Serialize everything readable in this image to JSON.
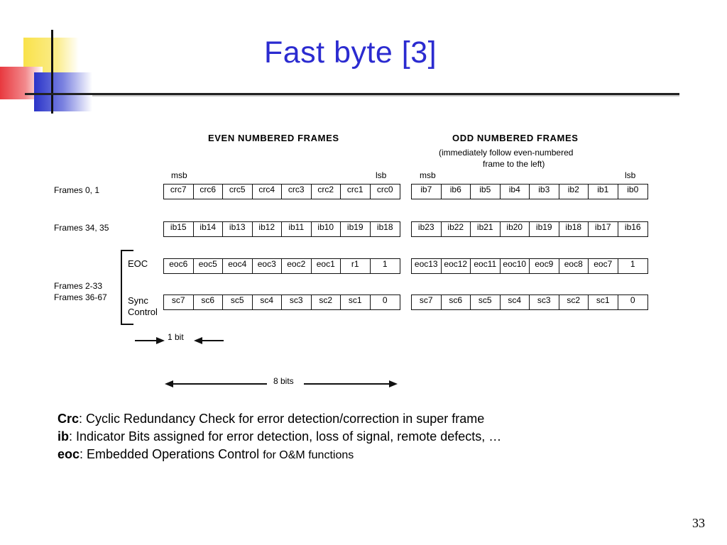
{
  "title": "Fast byte [3]",
  "page_number": "33",
  "diagram": {
    "even_header": "EVEN  NUMBERED  FRAMES",
    "odd_header": "ODD  NUMBERED  FRAMES",
    "odd_subtitle_1": "(immediately follow even-numbered",
    "odd_subtitle_2": "frame to the left)",
    "msb": "msb",
    "lsb": "lsb",
    "row_labels": {
      "frames_0_1": "Frames 0, 1",
      "frames_34_35": "Frames 34, 35",
      "eoc": "EOC",
      "frames_2_33": "Frames 2-33",
      "frames_36_67": "Frames 36-67",
      "sync": "Sync",
      "control": "Control"
    },
    "rows": [
      {
        "even": [
          "crc7",
          "crc6",
          "crc5",
          "crc4",
          "crc3",
          "crc2",
          "crc1",
          "crc0"
        ],
        "odd": [
          "ib7",
          "ib6",
          "ib5",
          "ib4",
          "ib3",
          "ib2",
          "ib1",
          "ib0"
        ]
      },
      {
        "even": [
          "ib15",
          "ib14",
          "ib13",
          "ib12",
          "ib11",
          "ib10",
          "ib19",
          "ib18"
        ],
        "odd": [
          "ib23",
          "ib22",
          "ib21",
          "ib20",
          "ib19",
          "ib18",
          "ib17",
          "ib16"
        ]
      },
      {
        "even": [
          "eoc6",
          "eoc5",
          "eoc4",
          "eoc3",
          "eoc2",
          "eoc1",
          "r1",
          "1"
        ],
        "odd": [
          "eoc13",
          "eoc12",
          "eoc11",
          "eoc10",
          "eoc9",
          "eoc8",
          "eoc7",
          "1"
        ]
      },
      {
        "even": [
          "sc7",
          "sc6",
          "sc5",
          "sc4",
          "sc3",
          "sc2",
          "sc1",
          "0"
        ],
        "odd": [
          "sc7",
          "sc6",
          "sc5",
          "sc4",
          "sc3",
          "sc2",
          "sc1",
          "0"
        ]
      }
    ],
    "one_bit": "1 bit",
    "eight_bits": "8 bits"
  },
  "legend": {
    "crc_term": "Crc",
    "crc_def": ": Cyclic Redundancy Check for error detection/correction in super frame",
    "ib_term": "ib",
    "ib_def": ": Indicator Bits assigned for error detection, loss of signal, remote defects, …",
    "eoc_term": "eoc",
    "eoc_def": ": Embedded Operations Control ",
    "eoc_def_small": "for O&M functions"
  }
}
